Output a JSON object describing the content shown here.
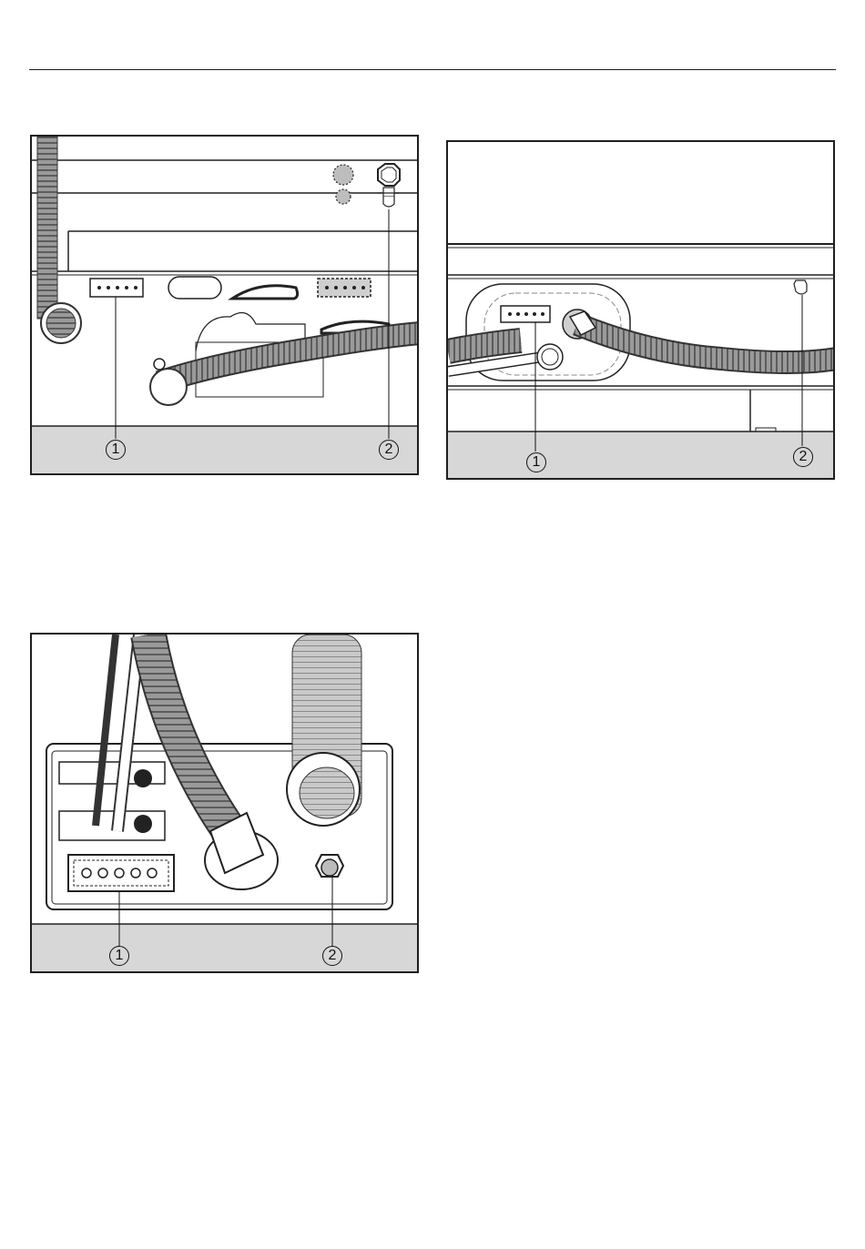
{
  "figures": [
    {
      "id": "fig1",
      "callouts": [
        "1",
        "2"
      ]
    },
    {
      "id": "fig2",
      "callouts": [
        "1",
        "2"
      ]
    },
    {
      "id": "fig3",
      "callouts": [
        "1",
        "2"
      ]
    }
  ],
  "colors": {
    "line": "#1f1f1f",
    "floor": "#d7d7d7",
    "hose": "#8a8a8a",
    "panel_gray": "#cfcfcf"
  }
}
